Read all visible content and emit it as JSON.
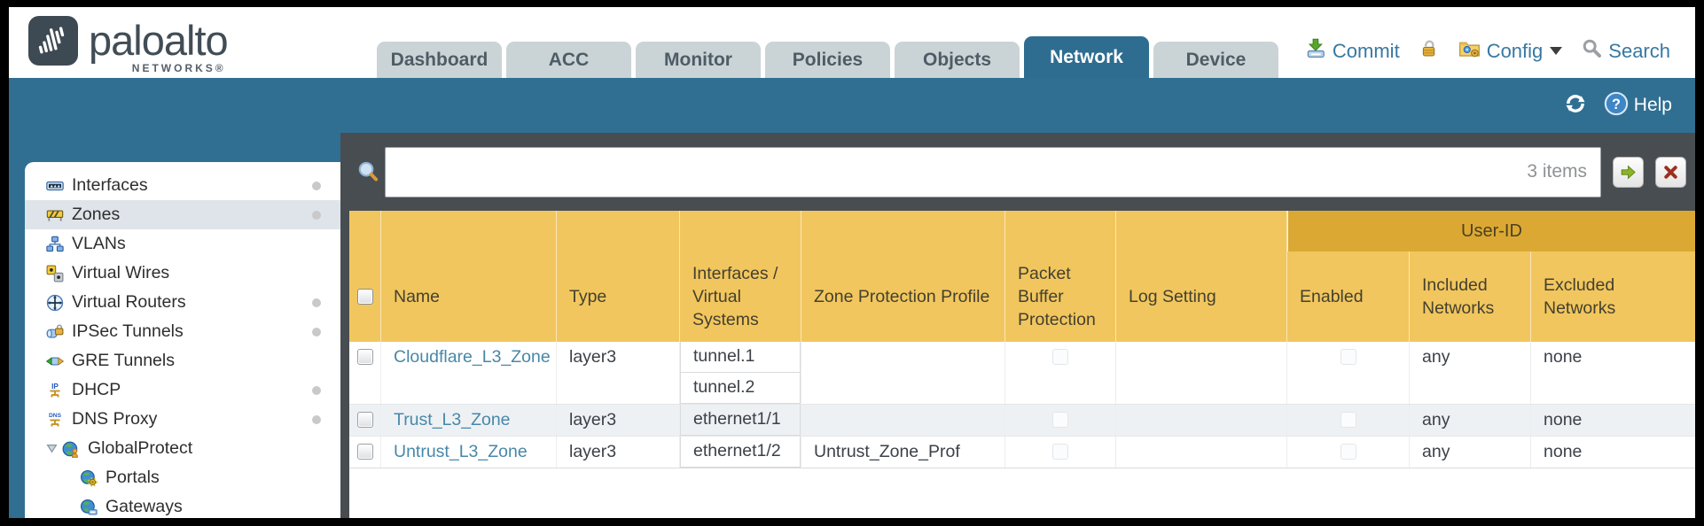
{
  "brand": {
    "wordmark": "paloalto",
    "networks": "NETWORKS®"
  },
  "nav": {
    "tabs": [
      {
        "label": "Dashboard",
        "active": false
      },
      {
        "label": "ACC",
        "active": false
      },
      {
        "label": "Monitor",
        "active": false
      },
      {
        "label": "Policies",
        "active": false
      },
      {
        "label": "Objects",
        "active": false
      },
      {
        "label": "Network",
        "active": true
      },
      {
        "label": "Device",
        "active": false
      }
    ],
    "commit_label": "Commit",
    "config_label": "Config",
    "search_label": "Search"
  },
  "band": {
    "help_label": "Help"
  },
  "sidebar": {
    "items": [
      {
        "label": "Interfaces",
        "has_status_dot": true,
        "selected": false
      },
      {
        "label": "Zones",
        "has_status_dot": true,
        "selected": true
      },
      {
        "label": "VLANs",
        "has_status_dot": false,
        "selected": false
      },
      {
        "label": "Virtual Wires",
        "has_status_dot": false,
        "selected": false
      },
      {
        "label": "Virtual Routers",
        "has_status_dot": true,
        "selected": false
      },
      {
        "label": "IPSec Tunnels",
        "has_status_dot": true,
        "selected": false
      },
      {
        "label": "GRE Tunnels",
        "has_status_dot": false,
        "selected": false
      },
      {
        "label": "DHCP",
        "has_status_dot": true,
        "selected": false
      },
      {
        "label": "DNS Proxy",
        "has_status_dot": true,
        "selected": false
      },
      {
        "label": "GlobalProtect",
        "has_status_dot": false,
        "selected": false,
        "expanded": true
      },
      {
        "label": "Portals",
        "has_status_dot": false,
        "selected": false,
        "child_of": "GlobalProtect"
      },
      {
        "label": "Gateways",
        "has_status_dot": false,
        "selected": false,
        "child_of": "GlobalProtect"
      }
    ]
  },
  "filter": {
    "value": "",
    "placeholder": "",
    "count": "3 items"
  },
  "table": {
    "group_header": "User-ID",
    "columns": [
      "Name",
      "Type",
      "Interfaces / Virtual Systems",
      "Zone Protection Profile",
      "Packet Buffer Protection",
      "Log Setting",
      "Enabled",
      "Included Networks",
      "Excluded Networks"
    ],
    "rows": [
      {
        "name": "Cloudflare_L3_Zone",
        "type": "layer3",
        "interfaces": [
          "tunnel.1",
          "tunnel.2"
        ],
        "zone_protection_profile": "",
        "packet_buffer_protection": false,
        "log_setting": "",
        "user_id_enabled": false,
        "included_networks": "any",
        "excluded_networks": "none"
      },
      {
        "name": "Trust_L3_Zone",
        "type": "layer3",
        "interfaces": [
          "ethernet1/1"
        ],
        "zone_protection_profile": "",
        "packet_buffer_protection": false,
        "log_setting": "",
        "user_id_enabled": false,
        "included_networks": "any",
        "excluded_networks": "none"
      },
      {
        "name": "Untrust_L3_Zone",
        "type": "layer3",
        "interfaces": [
          "ethernet1/2"
        ],
        "zone_protection_profile": "Untrust_Zone_Prof",
        "packet_buffer_protection": false,
        "log_setting": "",
        "user_id_enabled": false,
        "included_networks": "any",
        "excluded_networks": "none"
      }
    ]
  },
  "colors": {
    "teal_band": "#306f92",
    "charcoal_bar": "#484d52",
    "header_amber": "#f2c65e",
    "user_id_band": "#dba933",
    "link_blue": "#4788a8",
    "action_blue": "#3878a2",
    "selected_row": "#dee4e9",
    "alt_row": "#eef1f4"
  }
}
